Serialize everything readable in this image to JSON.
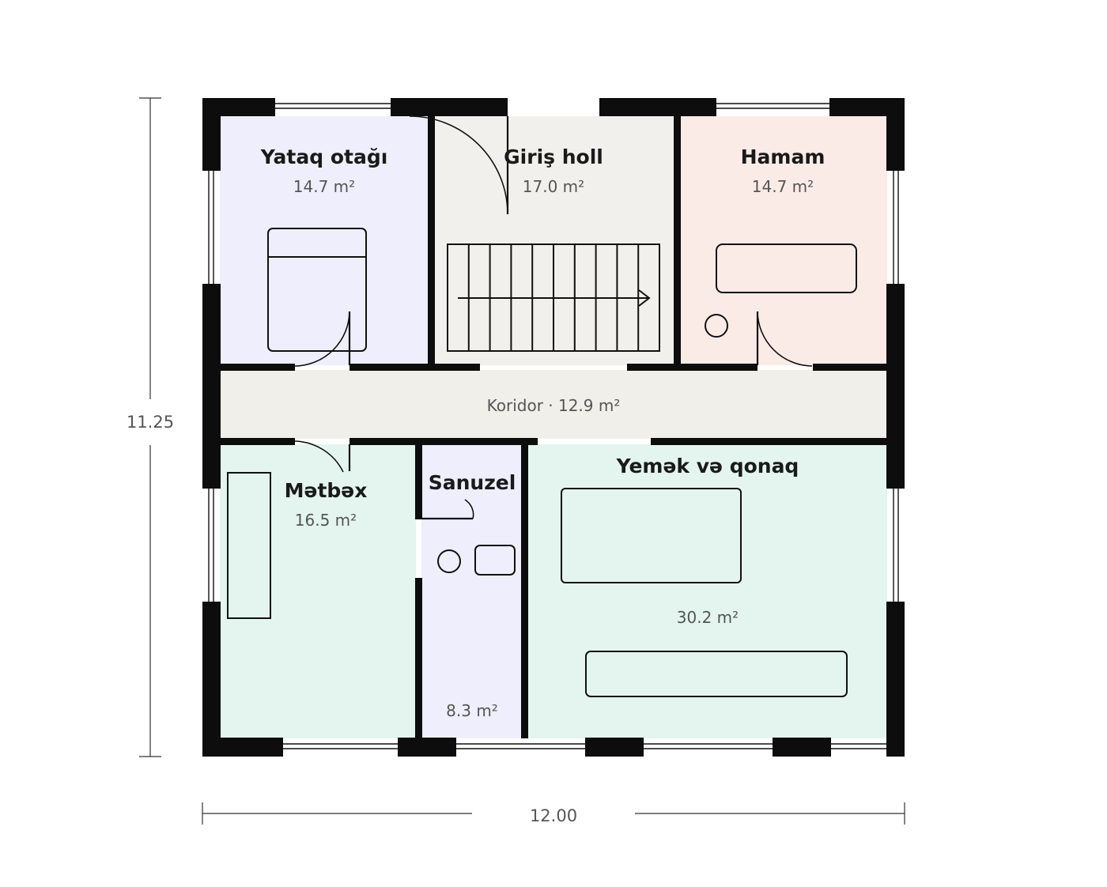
{
  "rooms": {
    "bedroom": {
      "name": "Yataq otağı",
      "area": "14.7 m²"
    },
    "hall": {
      "name": "Giriş holl",
      "area": "17.0 m²"
    },
    "bath": {
      "name": "Hamam",
      "area": "14.7 m²"
    },
    "corridor": {
      "label": "Koridor · 12.9 m²"
    },
    "kitchen": {
      "name": "Mətbəx",
      "area": "16.5 m²"
    },
    "wc": {
      "name": "Sanuzel",
      "area": "8.3 m²"
    },
    "living": {
      "name": "Yemək və qonaq",
      "area": "30.2 m²"
    }
  },
  "dimensions": {
    "width": "12.00",
    "height": "11.25"
  },
  "colors": {
    "bedroom": "#eeeefd",
    "hall": "#f1f0ec",
    "bath": "#fbebe6",
    "corridor": "#f0efea",
    "kitchen": "#e3f5ee",
    "wc": "#eeeefd",
    "living": "#e3f5ee"
  }
}
